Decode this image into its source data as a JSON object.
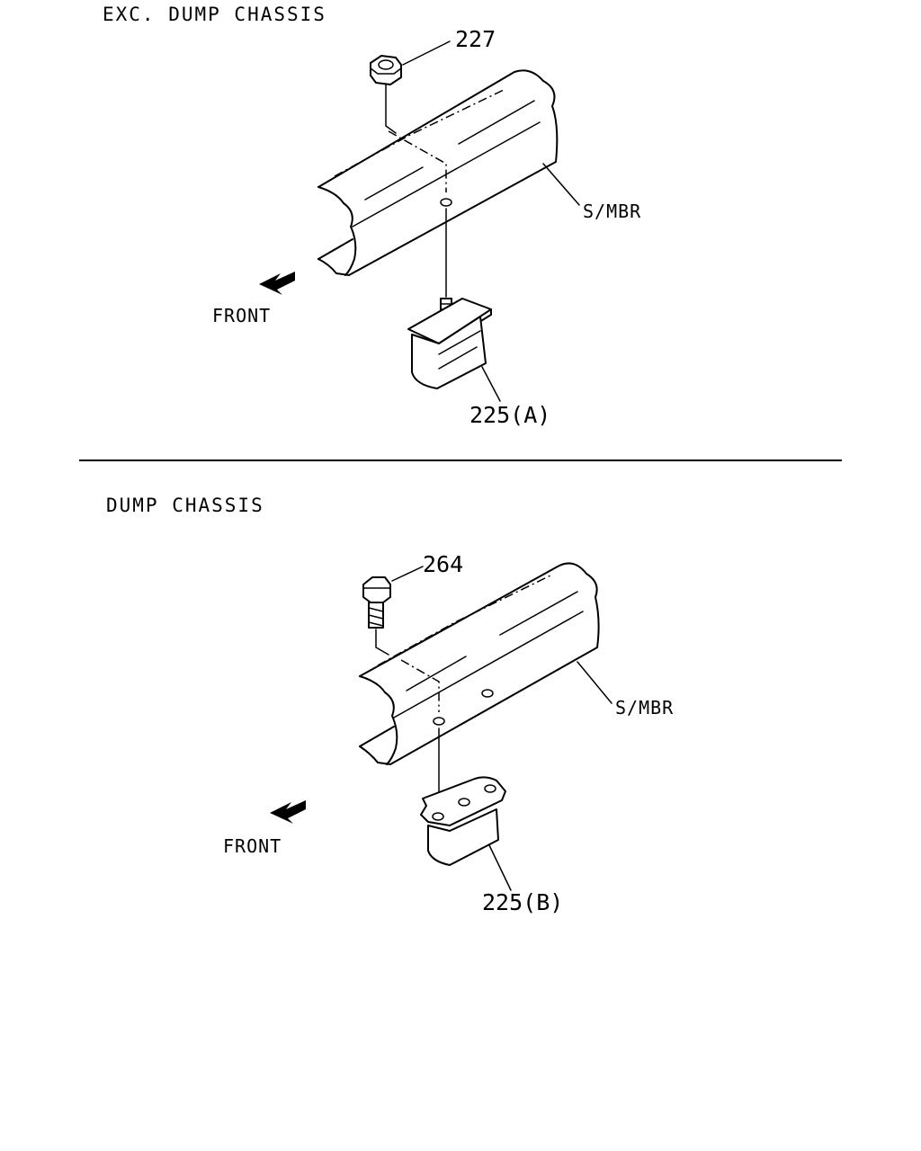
{
  "sections": [
    {
      "title": "EXC. DUMP CHASSIS",
      "callouts": {
        "fastener": "227",
        "member": "S/MBR",
        "bumper": "225(A)"
      },
      "direction": "FRONT",
      "fastener_icon": "nut-icon",
      "direction_icon": "front-arrow-icon"
    },
    {
      "title": "DUMP CHASSIS",
      "callouts": {
        "fastener": "264",
        "member": "S/MBR",
        "bumper": "225(B)"
      },
      "direction": "FRONT",
      "fastener_icon": "bolt-icon",
      "direction_icon": "front-arrow-icon"
    }
  ]
}
